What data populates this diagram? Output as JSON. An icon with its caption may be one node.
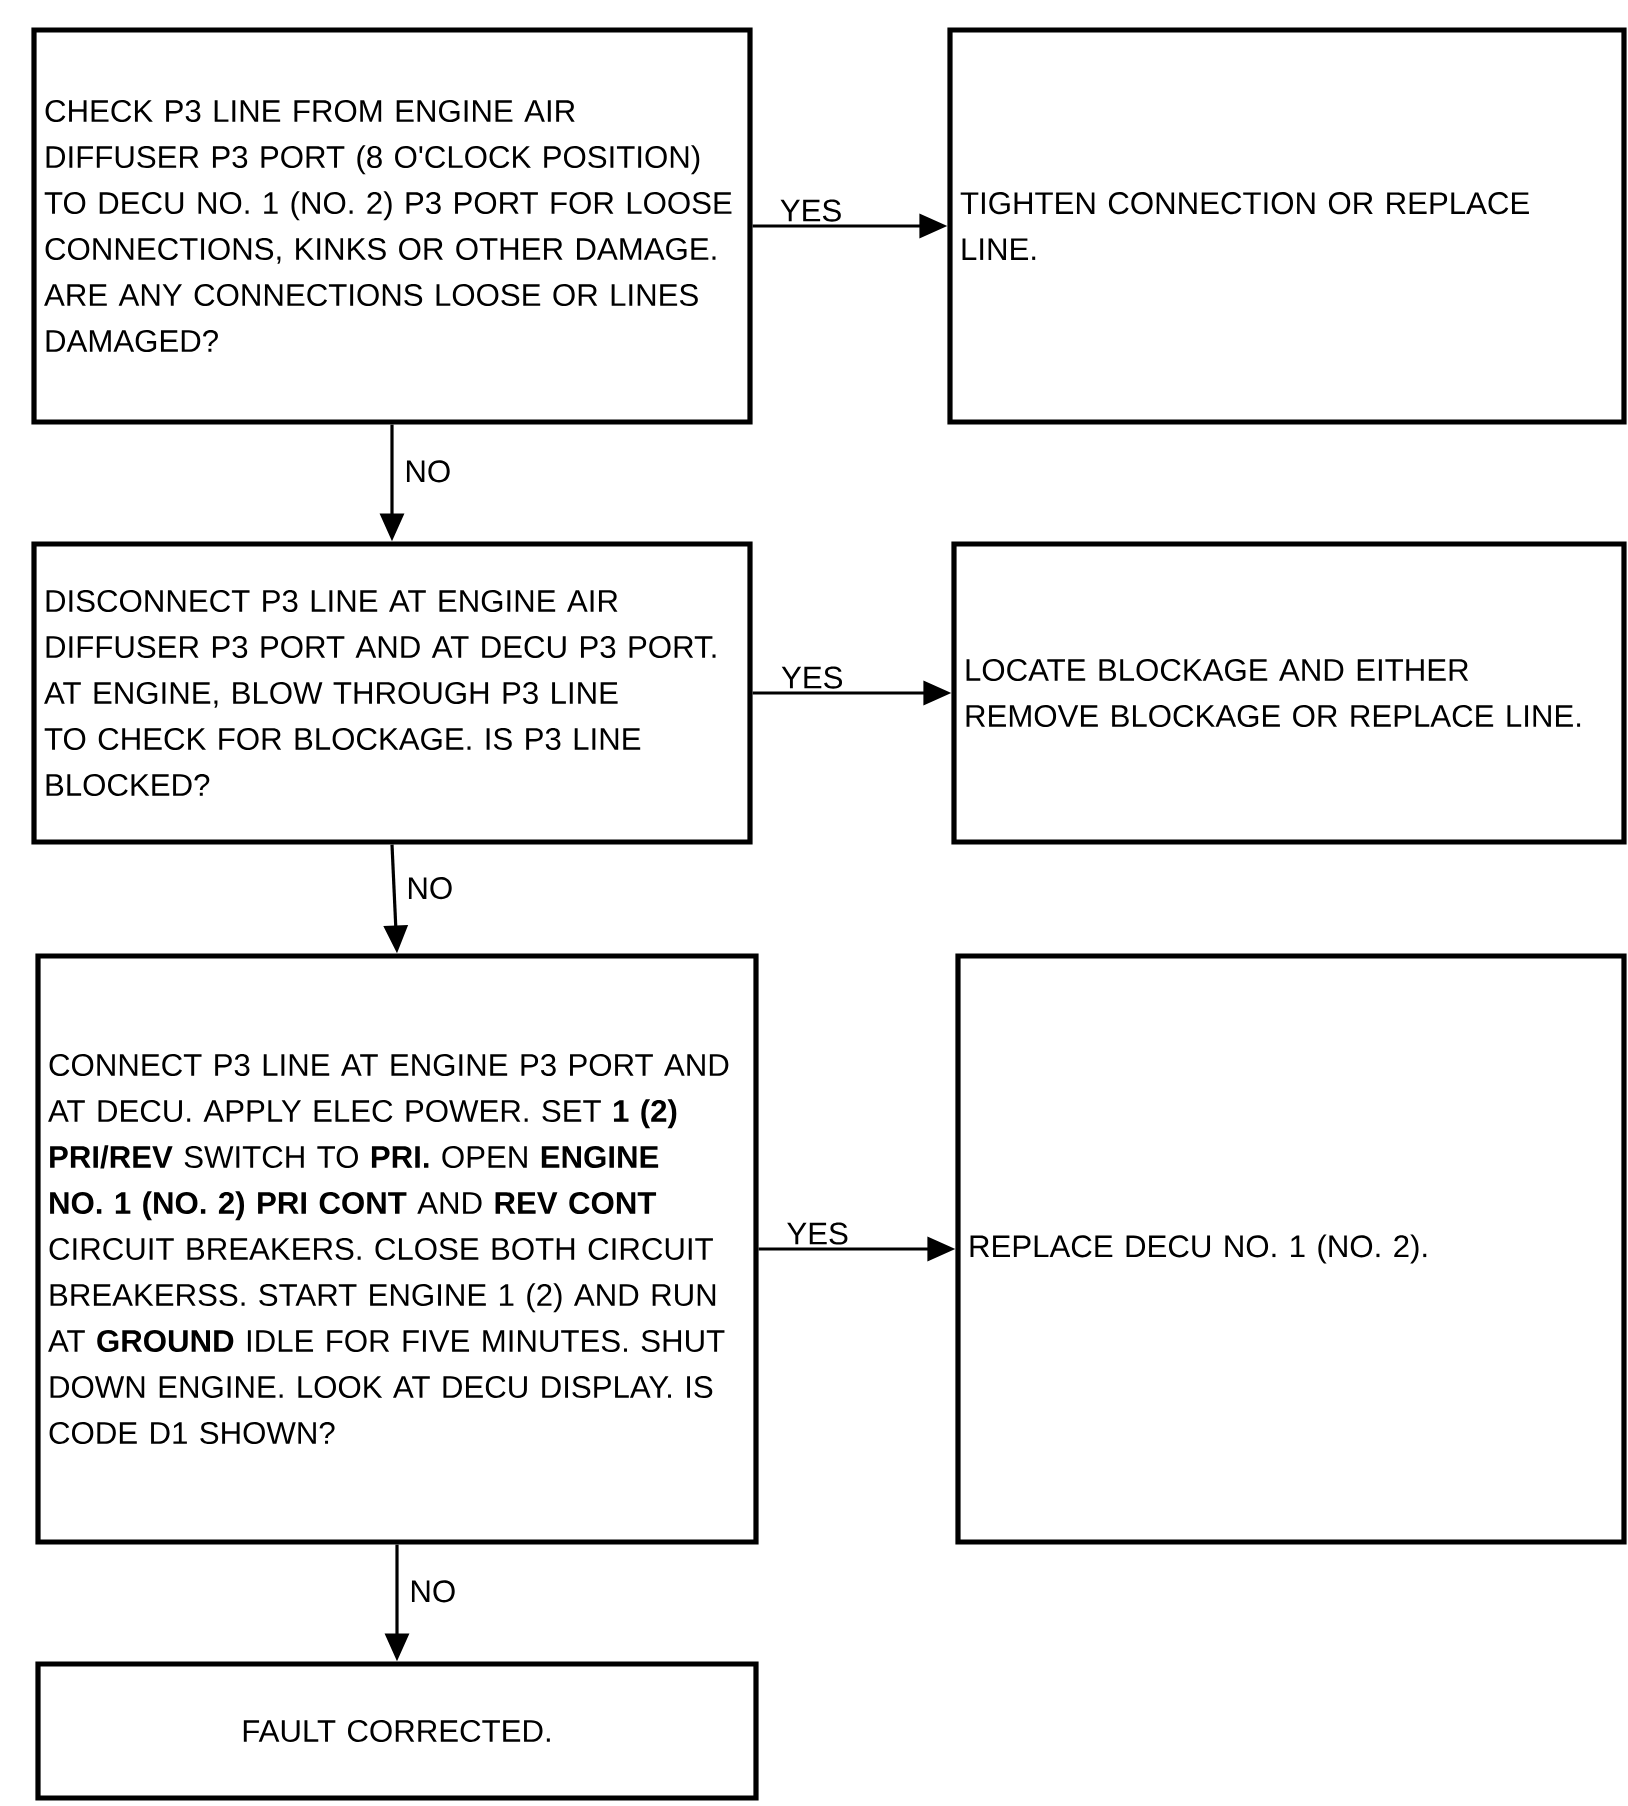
{
  "diagram": {
    "nodes": [
      {
        "text": [
          "CHECK P3 LINE FROM ENGINE AIR DIFFUSER P3 PORT (8 O'CLOCK POSITION) TO DECU NO. 1 (NO. 2) P3 PORT FOR LOOSE CONNECTIONS, KINKS OR OTHER DAMAGE. ARE ANY CONNECTIONS LOOSE OR LINES DAMAGED?"
        ]
      },
      {
        "text": [
          "TIGHTEN CONNECTION OR REPLACE LINE."
        ]
      },
      {
        "text": [
          "DISCONNECT P3 LINE AT ENGINE AIR DIFFUSER P3 PORT AND AT DECU P3 PORT. AT ENGINE, BLOW THROUGH P3 LINE TO CHECK FOR BLOCKAGE. IS P3 LINE BLOCKED?"
        ]
      },
      {
        "text": [
          "LOCATE BLOCKAGE AND EITHER REMOVE BLOCKAGE OR REPLACE LINE."
        ]
      },
      {
        "text": [
          "CONNECT P3 LINE AT ENGINE P3 PORT AND AT DECU. APPLY ELEC POWER. SET **1 (2) PRI/REV** SWITCH TO **PRI.** OPEN **ENGINE NO. 1 (NO. 2) PRI CONT** AND **REV CONT** CIRCUIT BREAKERS. CLOSE BOTH CIRCUIT BREAKERSS. START ENGINE 1 (2) AND RUN AT **GROUND** IDLE FOR FIVE MINUTES. SHUT DOWN ENGINE. LOOK AT DECU DISPLAY. IS CODE D1 SHOWN?"
        ]
      },
      {
        "text": [
          "REPLACE DECU NO. 1 (NO. 2)."
        ]
      },
      {
        "text": [
          "FAULT CORRECTED."
        ]
      }
    ],
    "edges": [
      {
        "from": 0,
        "to": 1,
        "arrow": "to",
        "label": "YES"
      },
      {
        "from": 0,
        "to": 2,
        "arrow": "to",
        "label": "NO"
      },
      {
        "from": 2,
        "to": 3,
        "arrow": "to",
        "label": "YES"
      },
      {
        "from": 2,
        "to": 4,
        "arrow": "to",
        "label": "NO"
      },
      {
        "from": 4,
        "to": 5,
        "arrow": "to",
        "label": "YES"
      },
      {
        "from": 4,
        "to": 6,
        "arrow": "to",
        "label": "NO"
      }
    ]
  }
}
